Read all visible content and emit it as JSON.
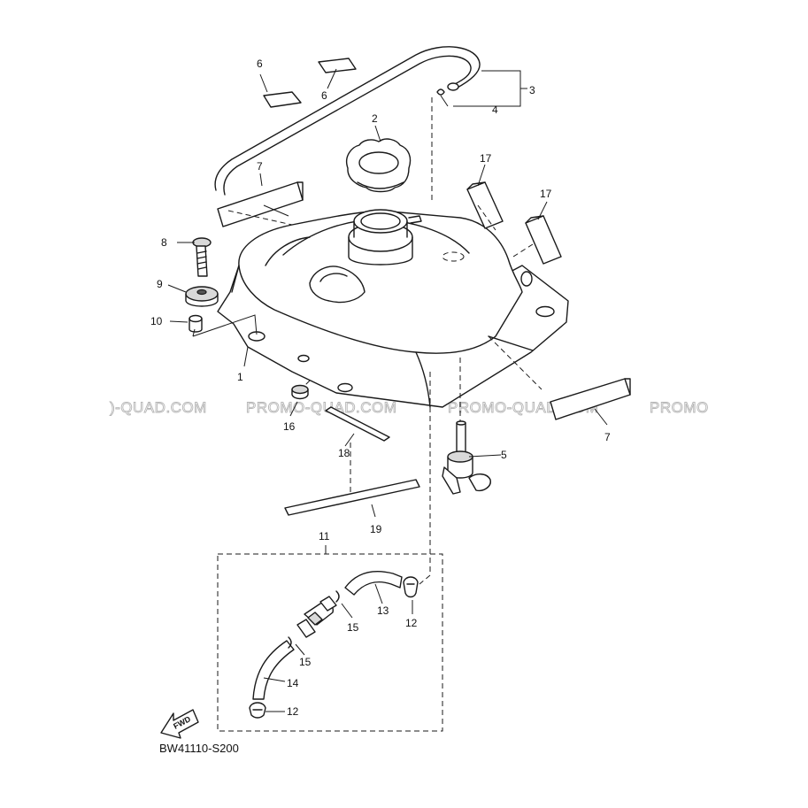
{
  "diagram_code": "BW41110-S200",
  "fwd_label": "FWD",
  "watermark": {
    "left": ")-QUAD.COM",
    "center": "PROMO-QUAD.COM",
    "right": "PROMO-QUAD.COM",
    "edge": "PROMO"
  },
  "callouts": {
    "c1": "1",
    "c2": "2",
    "c3": "3",
    "c4": "4",
    "c5": "5",
    "c6a": "6",
    "c6b": "6",
    "c7a": "7",
    "c7b": "7",
    "c8": "8",
    "c9": "9",
    "c10": "10",
    "c11": "11",
    "c12a": "12",
    "c12b": "12",
    "c13": "13",
    "c14": "14",
    "c15a": "15",
    "c15b": "15",
    "c16": "16",
    "c17a": "17",
    "c17b": "17",
    "c18": "18",
    "c19": "19"
  }
}
